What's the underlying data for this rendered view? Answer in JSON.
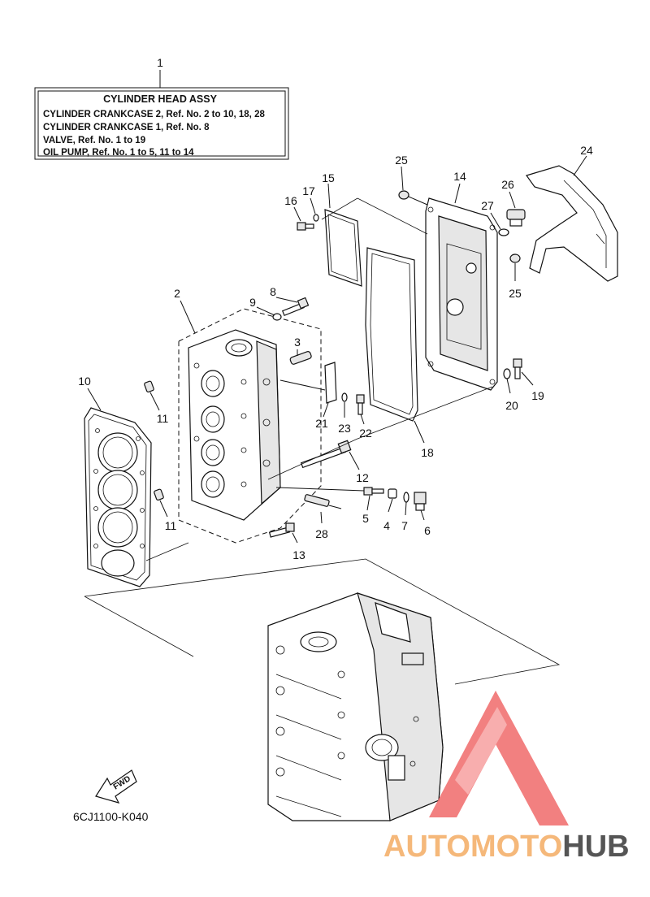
{
  "info_box": {
    "title": "CYLINDER HEAD ASSY",
    "lines": [
      "CYLINDER CRANKCASE 2,  Ref. No. 2 to 10, 18, 28",
      "CYLINDER CRANKCASE 1,  Ref. No. 8",
      "VALVE,  Ref. No. 1 to 19",
      "OIL PUMP,  Ref. No. 1 to 5, 11 to 14"
    ]
  },
  "callouts": {
    "c1": "1",
    "c2": "2",
    "c3": "3",
    "c4": "4",
    "c5": "5",
    "c6": "6",
    "c7": "7",
    "c8": "8",
    "c9": "9",
    "c10": "10",
    "c11a": "11",
    "c11b": "11",
    "c12": "12",
    "c13": "13",
    "c14": "14",
    "c15": "15",
    "c16": "16",
    "c17": "17",
    "c18": "18",
    "c19": "19",
    "c20": "20",
    "c21": "21",
    "c22": "22",
    "c23": "23",
    "c24": "24",
    "c25a": "25",
    "c25b": "25",
    "c26": "26",
    "c27": "27",
    "c28": "28"
  },
  "fwd_label": "FWD",
  "diagram_code": "6CJ1100-K040",
  "watermark": {
    "part1": "AUTOMOTO",
    "part2": "HUB",
    "color1": "#f5b87a",
    "color2": "#555555",
    "logo_color": "#f06a6a"
  }
}
